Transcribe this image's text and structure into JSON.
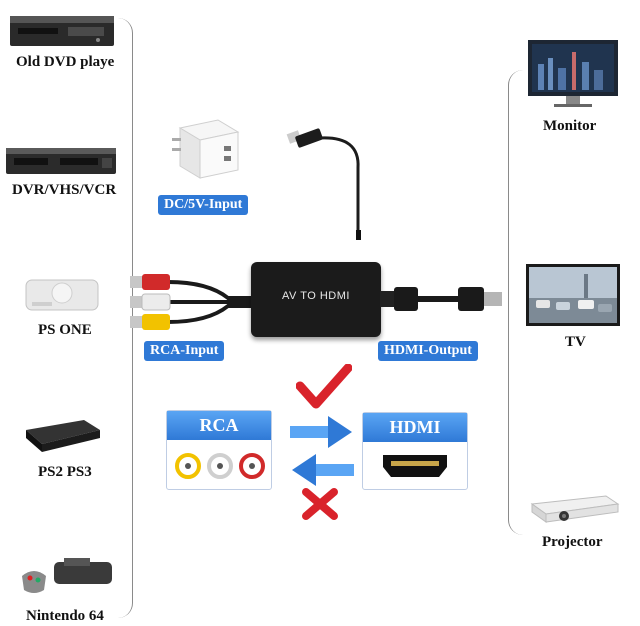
{
  "sources": [
    {
      "name": "Old DVD playe",
      "icon": "dvd-player-icon"
    },
    {
      "name": "DVR/VHS/VCR",
      "icon": "vcr-icon"
    },
    {
      "name": "PS ONE",
      "icon": "ps-one-console-icon"
    },
    {
      "name": "PS2 PS3",
      "icon": "ps2-console-icon"
    },
    {
      "name": "Nintendo 64",
      "icon": "n64-console-icon"
    }
  ],
  "outputs": [
    {
      "name": "Monitor",
      "icon": "monitor-icon"
    },
    {
      "name": "TV",
      "icon": "tv-icon"
    },
    {
      "name": "Projector",
      "icon": "projector-icon"
    }
  ],
  "center": {
    "power_label": "DC/5V-Input",
    "device_text": "AV TO HDMI",
    "rca_input_label": "RCA-Input",
    "hdmi_output_label": "HDMI-Output"
  },
  "diagram": {
    "rca_box_title": "RCA",
    "hdmi_box_title": "HDMI"
  },
  "colors": {
    "accent_blue": "#2f79d6",
    "check_red": "#d9232b",
    "rca_yellow": "#f2c200",
    "rca_white": "#e8e8e8",
    "rca_red": "#d12a2a"
  }
}
